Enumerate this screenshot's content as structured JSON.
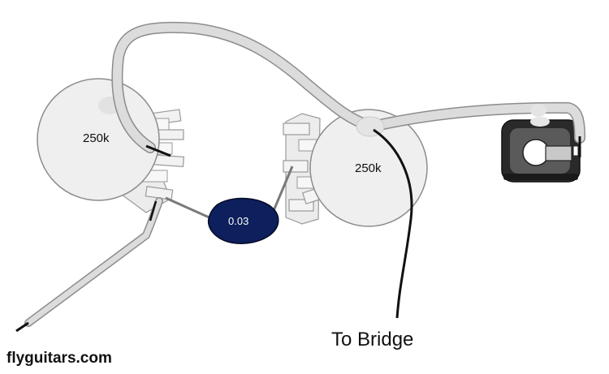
{
  "diagram": {
    "components": {
      "pot_left": {
        "label": "250k"
      },
      "pot_right": {
        "label": "250k"
      },
      "capacitor": {
        "label": "0.03",
        "color": "#0d1f5c"
      },
      "jack": {
        "label": ""
      }
    },
    "labels": {
      "to_bridge": "To Bridge",
      "watermark": "flyguitars.com"
    },
    "colors": {
      "pot_fill": "#efefef",
      "wire_casing": "#dcdcdc",
      "wire_outline": "#8c8c8c",
      "ground_wire": "#111111",
      "lead": "#7a7a7a",
      "jack_body": "#2a2a2a"
    }
  }
}
